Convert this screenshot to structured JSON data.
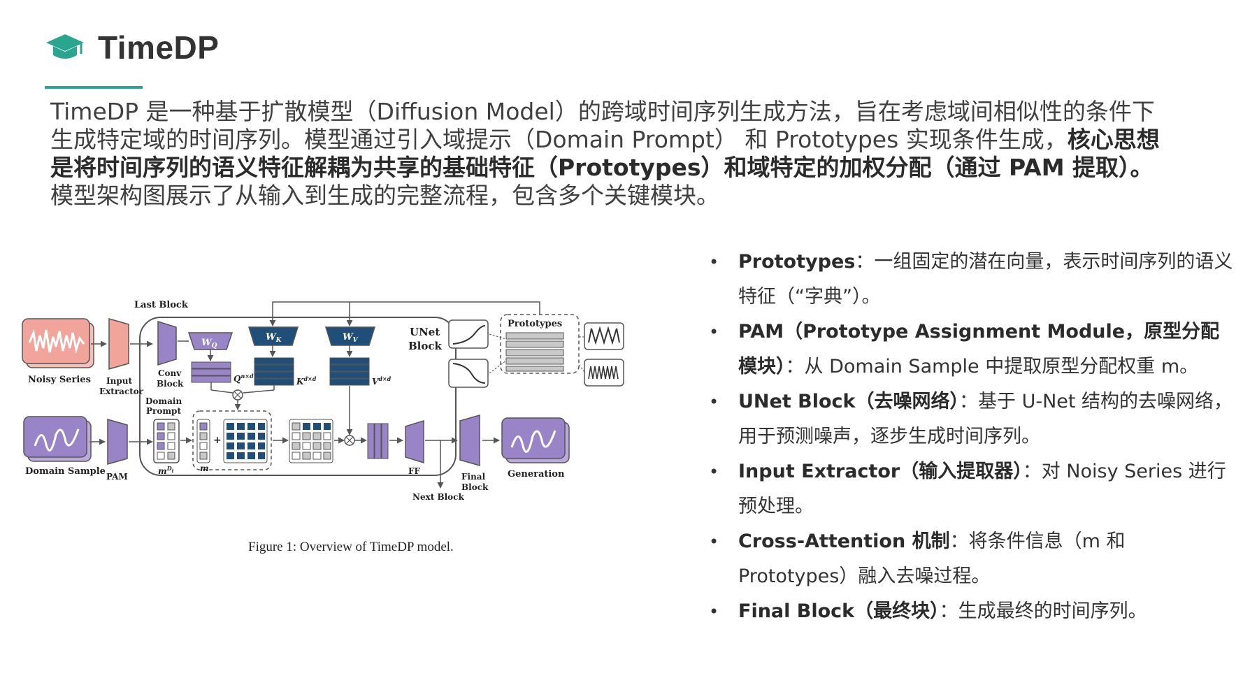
{
  "header": {
    "title": "TimeDP",
    "accent_color": "#2aa58f",
    "icon": "graduation-cap-icon"
  },
  "intro": {
    "line1": "TimeDP 是一种基于扩散模型（Diffusion Model）的跨域时间序列生成方法，旨在考虑域间相似性的条件下",
    "line2_normal": "生成特定域的时间序列。模型通过引入域提示（Domain Prompt） 和 Prototypes 实现条件生成，",
    "line2_bold": "核心思想",
    "line3_bold": "是将时间序列的语义特征解耦为共享的基础特征（Prototypes）和域特定的加权分配（通过 PAM 提取）。",
    "line4": "模型架构图展示了从输入到生成的完整流程，包含多个关键模块。"
  },
  "figure": {
    "caption": "Figure 1: Overview of TimeDP model.",
    "labels": {
      "last_block": "Last Block",
      "noisy_series": "Noisy Series",
      "input_extractor_1": "Input",
      "input_extractor_2": "Extractor",
      "conv_block_1": "Conv",
      "conv_block_2": "Block",
      "domain_prompt_1": "Domain",
      "domain_prompt_2": "Prompt",
      "domain_sample": "Domain Sample",
      "pam": "PAM",
      "unet_1": "UNet",
      "unet_2": "Block",
      "prototypes": "Prototypes",
      "ff": "FF",
      "final_1": "Final",
      "final_2": "Block",
      "generation": "Generation",
      "next_block": "Next Block",
      "wq": "W",
      "wq_sub": "Q",
      "wk": "W",
      "wk_sub": "K",
      "wv": "W",
      "wv_sub": "V",
      "q_label": "Q",
      "q_sup": "n×d",
      "k_label": "K",
      "k_sup": "d×d",
      "v_label": "V",
      "v_sup": "d×d",
      "m_di": "m",
      "m_di_sup": "D",
      "m_di_sub": "i",
      "m": "m",
      "plus": "+"
    },
    "colors": {
      "noisy": "#f0a49a",
      "purple": "#9a84c8",
      "navy": "#1f4f78",
      "gray_box": "#c8c8c8"
    }
  },
  "bullets": [
    {
      "bold": "Prototypes",
      "text": "：一组固定的潜在向量，表示时间序列的语义特征（“字典”）。"
    },
    {
      "bold": "PAM（Prototype Assignment Module，原型分配模块）",
      "text": "：从 Domain Sample 中提取原型分配权重 m。"
    },
    {
      "bold": "UNet Block（去噪网络）",
      "text": "：基于 U-Net 结构的去噪网络，用于预测噪声，逐步生成时间序列。"
    },
    {
      "bold": "Input Extractor（输入提取器）",
      "text": "：对 Noisy Series 进行预处理。"
    },
    {
      "bold": "Cross-Attention 机制",
      "text": "：将条件信息（m 和 Prototypes）融入去噪过程。"
    },
    {
      "bold": "Final Block（最终块）",
      "text": "：生成最终的时间序列。"
    }
  ]
}
